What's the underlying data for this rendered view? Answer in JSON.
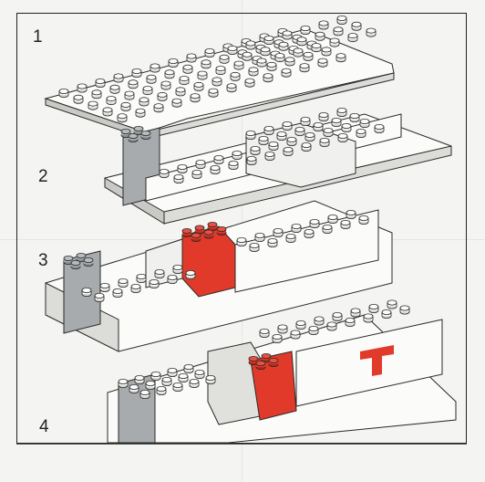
{
  "steps": {
    "one": "1",
    "two": "2",
    "three": "3",
    "four": "4"
  },
  "colors": {
    "brick_white": "#fbfbf9",
    "brick_shadow": "#c9c9c5",
    "brick_red": "#e23a2a",
    "brick_gray": "#a7abad",
    "outline": "#2a2a2a",
    "paper": "#f4f4f2"
  }
}
